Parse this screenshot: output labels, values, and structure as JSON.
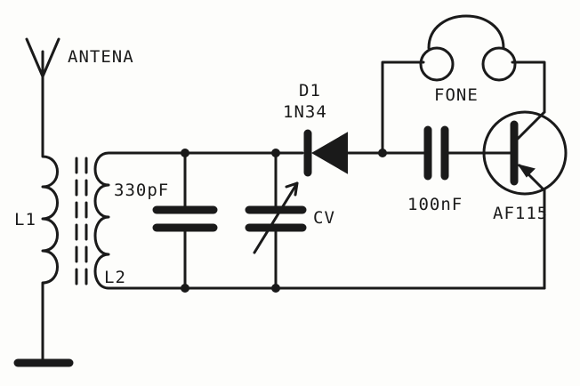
{
  "labels": {
    "antenna": "ANTENA",
    "l1": "L1",
    "l2": "L2",
    "c1": "330pF",
    "cv": "CV",
    "diode_ref": "D1",
    "diode_part": "1N34",
    "phone": "FONE",
    "c2": "100nF",
    "transistor": "AF115"
  }
}
